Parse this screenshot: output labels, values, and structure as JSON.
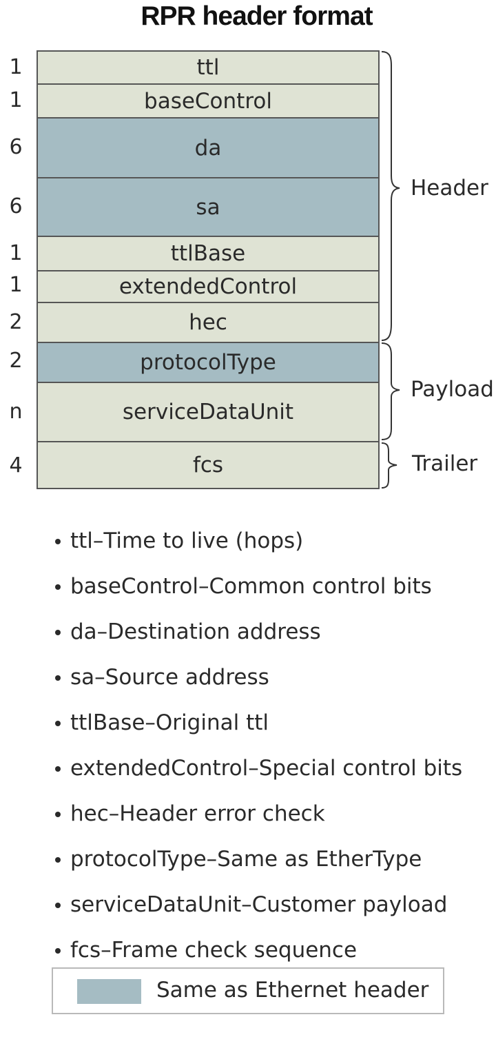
{
  "title": "RPR header format",
  "fields": [
    {
      "size": "1",
      "name": "ttl",
      "ethernet": false
    },
    {
      "size": "1",
      "name": "baseControl",
      "ethernet": false
    },
    {
      "size": "6",
      "name": "da",
      "ethernet": true
    },
    {
      "size": "6",
      "name": "sa",
      "ethernet": true
    },
    {
      "size": "1",
      "name": "ttlBase",
      "ethernet": false
    },
    {
      "size": "1",
      "name": "extendedControl",
      "ethernet": false
    },
    {
      "size": "2",
      "name": "hec",
      "ethernet": false
    },
    {
      "size": "2",
      "name": "protocolType",
      "ethernet": true
    },
    {
      "size": "n",
      "name": "serviceDataUnit",
      "ethernet": false
    },
    {
      "size": "4",
      "name": "fcs",
      "ethernet": false
    }
  ],
  "groups": {
    "header": "Header",
    "payload": "Payload",
    "trailer": "Trailer"
  },
  "definitions": [
    "ttl–Time to live (hops)",
    "baseControl–Common control bits",
    "da–Destination address",
    "sa–Source address",
    "ttlBase–Original ttl",
    "extendedControl–Special control bits",
    "hec–Header error check",
    "protocolType–Same as EtherType",
    "serviceDataUnit–Customer payload",
    "fcs–Frame check sequence"
  ],
  "legend": {
    "label": "Same as Ethernet header"
  },
  "colors": {
    "field_fill": "#dfe3d4",
    "ethernet_fill": "#a5bcc3",
    "border": "#555555"
  }
}
